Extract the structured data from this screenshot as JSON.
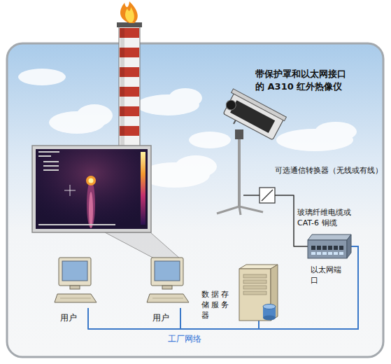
{
  "diagram": {
    "nodes": [
      {
        "text": [
          "带保护罩和以太网接口的 A310 红外热像仪"
        ]
      },
      {
        "text": [
          "可选通信转换器（无线或有线）"
        ]
      },
      {
        "text": [
          "以太网端口"
        ]
      },
      {
        "text": [
          "数据存储服务器"
        ]
      },
      {
        "text": [
          "用户"
        ]
      },
      {
        "text": [
          "用户"
        ]
      }
    ],
    "edges": [
      {
        "from": 0,
        "to": 1,
        "arrow": "none"
      },
      {
        "from": 1,
        "to": 2,
        "label": "玻璃纤维电缆或 CAT-6 铜缆",
        "arrow": "none"
      },
      {
        "from": 2,
        "to": 3,
        "arrow": "none"
      },
      {
        "from": 2,
        "to": 5,
        "arrow": "none"
      },
      {
        "from": 2,
        "to": 4,
        "arrow": "none"
      }
    ],
    "labels": [
      "工厂网络"
    ]
  }
}
